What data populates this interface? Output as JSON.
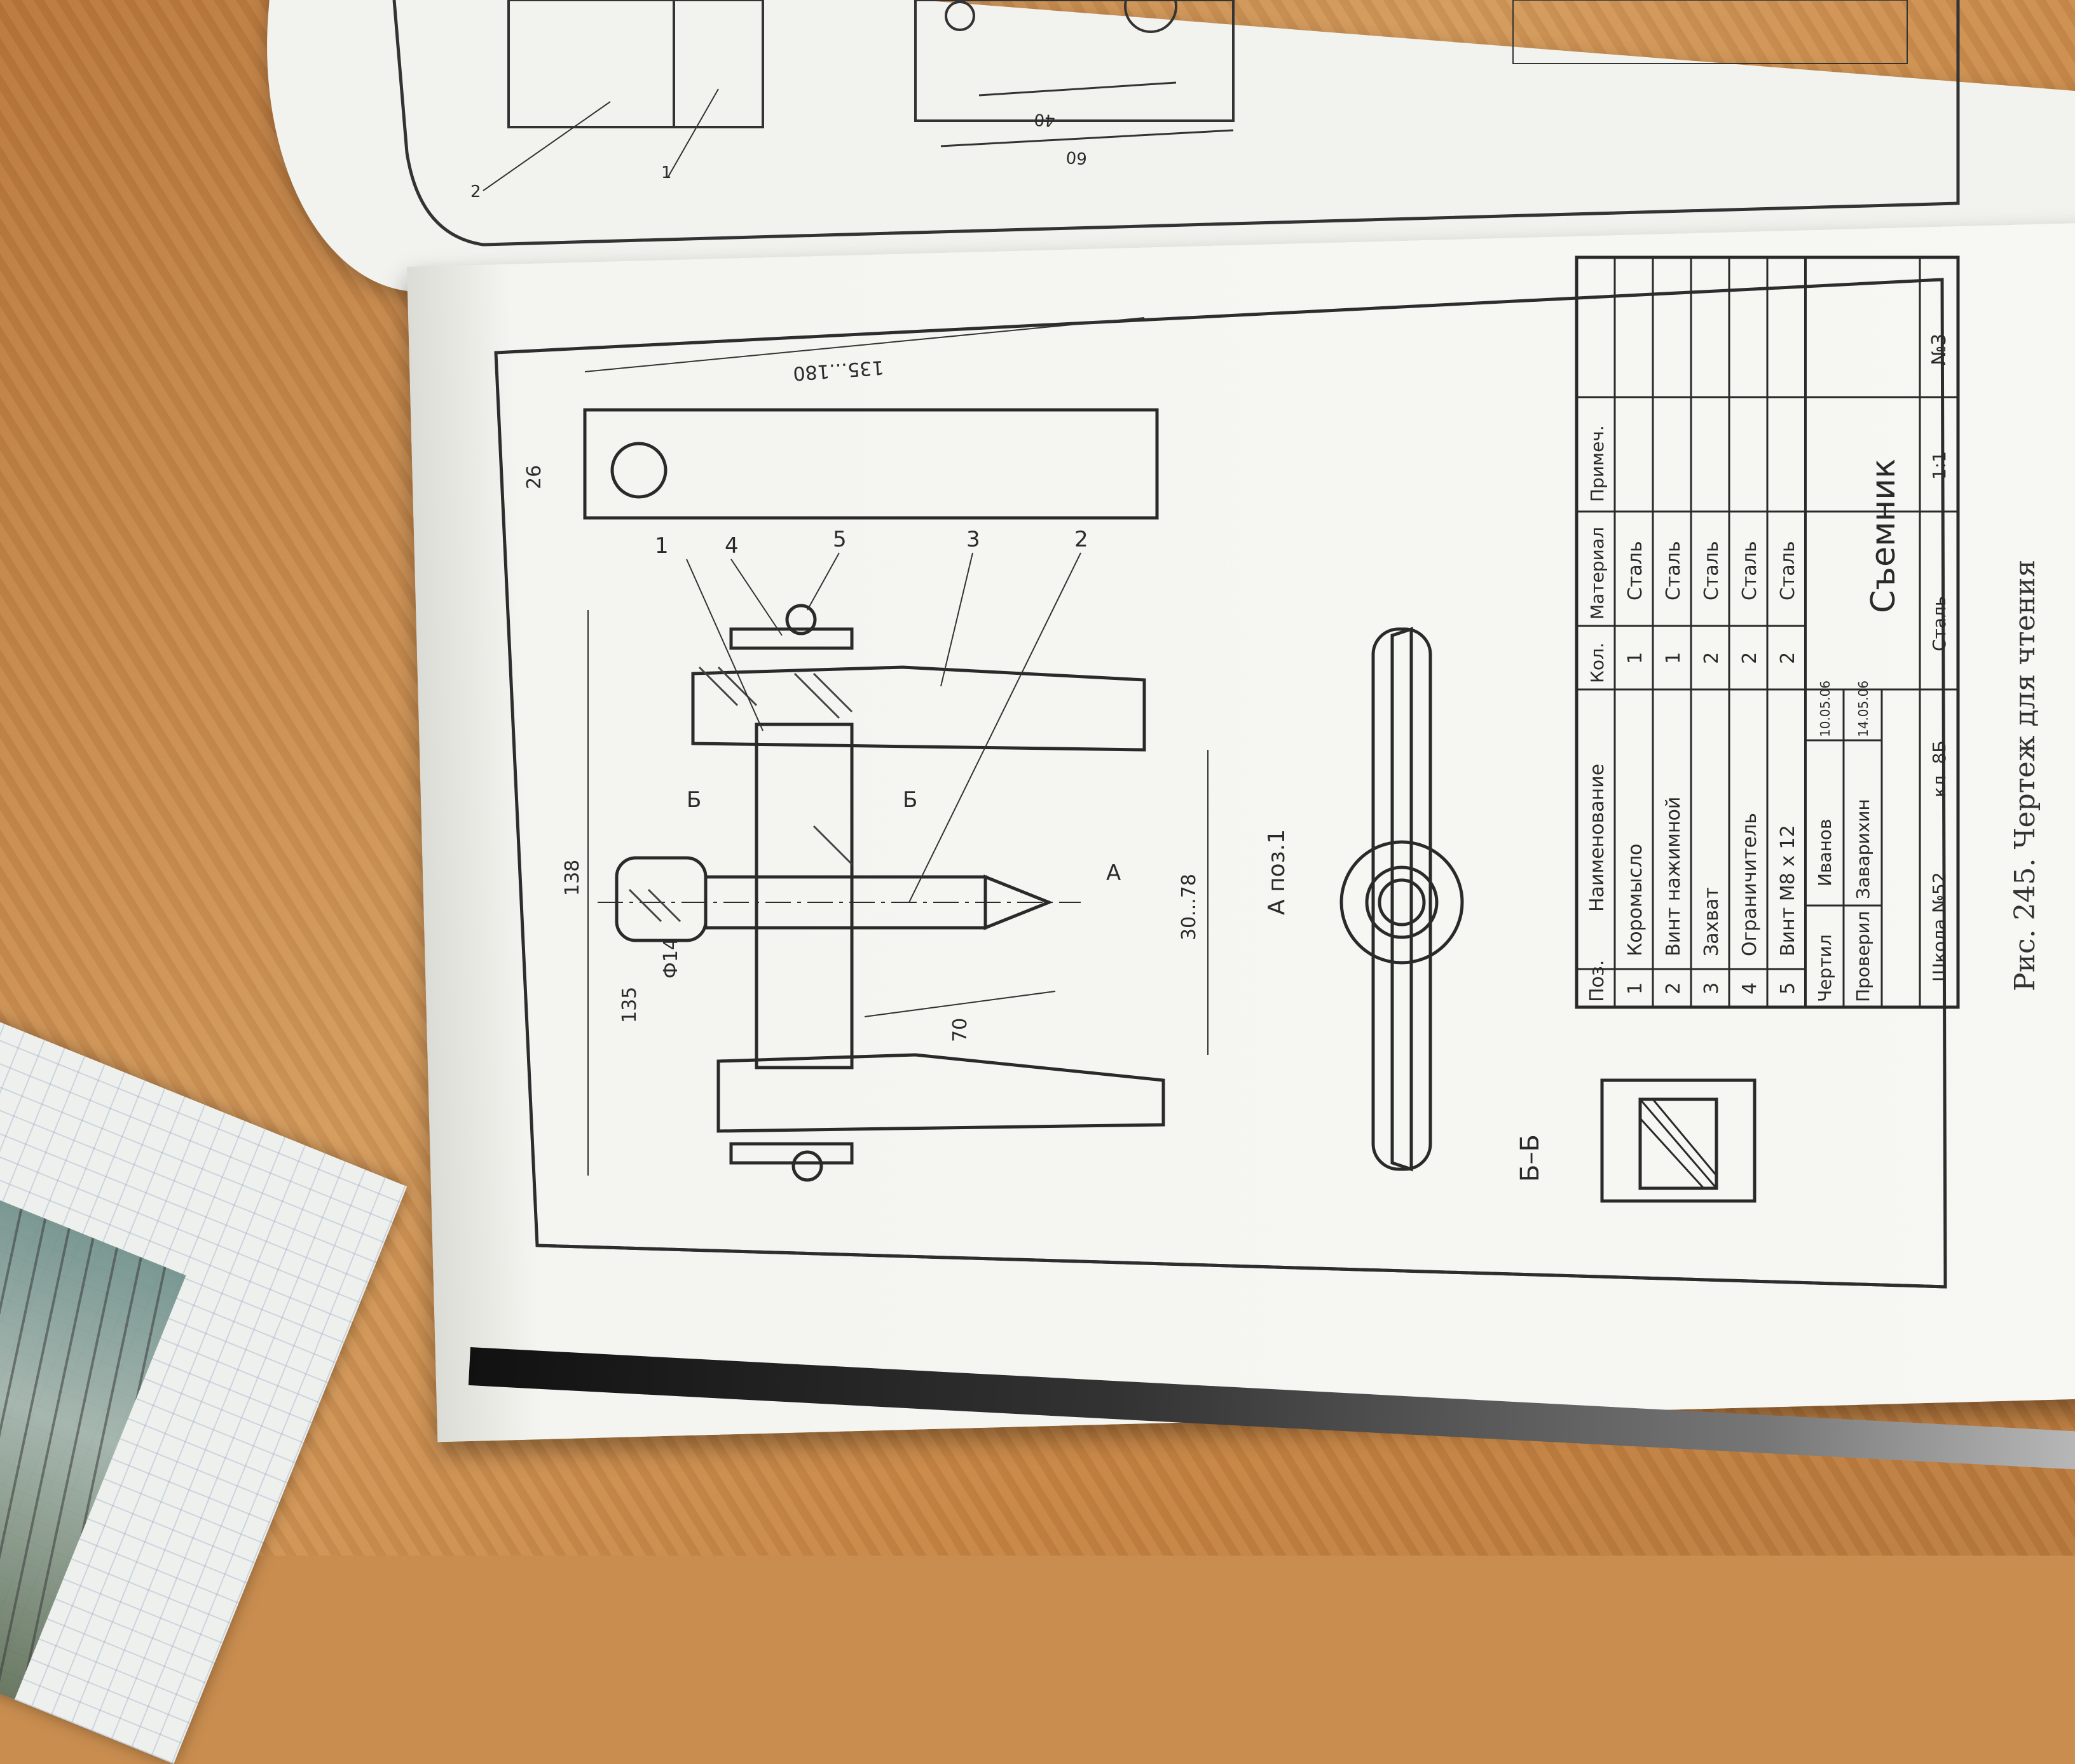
{
  "figure": {
    "caption": "Рис. 245. Чертеж для чтения"
  },
  "drawing": {
    "dimensions": {
      "overall_length": "138",
      "jaw_span": "135...180",
      "width": "26",
      "screw_length": "135",
      "screw_diameter": "Ф14",
      "inner": "70",
      "range": "30...78",
      "upper_40": "40",
      "upper_60": "60"
    },
    "position_numbers": [
      "1",
      "4",
      "5",
      "3",
      "2"
    ],
    "upper_position_numbers": [
      "2",
      "1"
    ],
    "section_mark": "Б",
    "view_arrow": "А",
    "view_label": "А поз.1",
    "section_label": "Б–Б"
  },
  "bom": {
    "headers": {
      "pos": "Поз.",
      "name": "Наименование",
      "qty": "Кол.",
      "material": "Материал",
      "note": "Примеч."
    },
    "rows": [
      {
        "pos": "1",
        "name": "Коромысло",
        "qty": "1",
        "material": "Сталь"
      },
      {
        "pos": "2",
        "name": "Винт нажимной",
        "qty": "1",
        "material": "Сталь"
      },
      {
        "pos": "3",
        "name": "Захват",
        "qty": "2",
        "material": "Сталь"
      },
      {
        "pos": "4",
        "name": "Ограничитель",
        "qty": "2",
        "material": "Сталь"
      },
      {
        "pos": "5",
        "name": "Винт М8 х 12",
        "qty": "2",
        "material": "Сталь"
      }
    ]
  },
  "title_block": {
    "drew_label": "Чертил",
    "drew_name": "Иванов",
    "drew_date": "10.05.06",
    "checked_label": "Проверил",
    "checked_name": "Заварихин",
    "checked_date": "14.05.06",
    "school": "Школа №52",
    "class": "кл. 8Б",
    "part_name": "Съемник",
    "material": "Сталь",
    "scale": "1:1",
    "sheet": "№3"
  }
}
